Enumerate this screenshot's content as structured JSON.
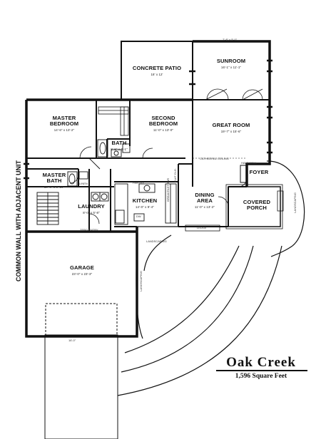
{
  "plan": {
    "name": "Oak Creek",
    "area": "1,596 Square Feet",
    "common_wall": "COMMON WALL WITH ADJACENT UNIT",
    "rooms": {
      "concrete_patio": {
        "name": "CONCRETE PATIO",
        "dims": "18' x 12'"
      },
      "sunroom": {
        "name": "SUNROOM",
        "dims": "16'-1\" x 11'-1\""
      },
      "master_bedroom": {
        "name": "MASTER BEDROOM",
        "dims": "14'-6\" x 13'-2\""
      },
      "second_bedroom": {
        "name": "SECOND BEDROOM",
        "dims": "11'-0\" x 13'-0\""
      },
      "great_room": {
        "name": "GREAT ROOM",
        "dims": "19'-7\" x 15'-6\""
      },
      "bath": {
        "name": "BATH",
        "dims": "8'-5\" x 6'-1\""
      },
      "master_bath": {
        "name": "MASTER BATH",
        "dims": "10'-6\" x 8'-10\""
      },
      "laundry": {
        "name": "LAUNDRY",
        "dims": "8'-0\" x 5'-8\""
      },
      "kitchen": {
        "name": "KITCHEN",
        "dims": "14'-0\" x 9'-4\""
      },
      "dining_area": {
        "name": "DINING AREA",
        "dims": "11'-0\" x 13'-2\""
      },
      "foyer": {
        "name": "FOYER"
      },
      "covered_porch": {
        "name": "COVERED PORCH"
      },
      "garage": {
        "name": "GARAGE",
        "dims": "23'-0\" x 23'-3\""
      }
    },
    "notes": {
      "cathedral_ceiling": "CATHEDRAL CEILING",
      "half_wall": "HALF WALL",
      "zero_entry": "ZERO ENTRY",
      "ledge": "LEDGE",
      "landscaping_a": "LANDSCAPING",
      "landscaping_b": "LANDSCAPING",
      "landscaping_c": "LANDSCAPING",
      "linen": "LINEN",
      "pantry": "PANTRY",
      "dw": "DW",
      "flat_clg": "FLAT CLG.",
      "breakfast_bar": "BREAKFAST BAR"
    },
    "dim_strings": {
      "top_sunroom": "7'-8\" x 5'-0\"",
      "garage_door": "16'-0\""
    }
  }
}
